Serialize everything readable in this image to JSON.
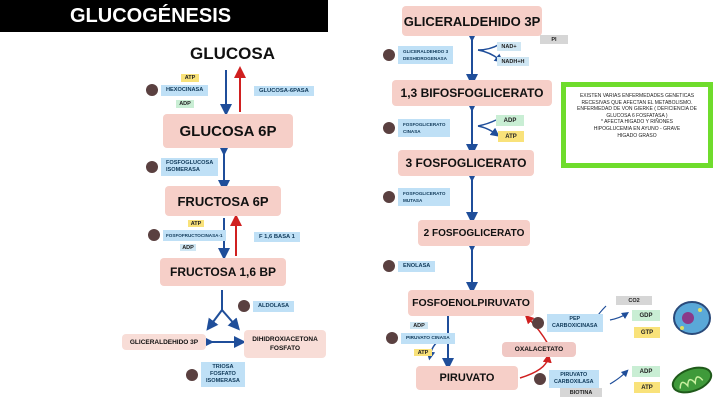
{
  "title": "GLUCOGÉNESIS",
  "left": {
    "glucosa": "GLUCOSA",
    "glucosa6p": "GLUCOSA 6P",
    "fructosa6p": "FRUCTOSA 6P",
    "fructosa16bp": "FRUCTOSA 1,6 BP",
    "gliceraldehido3p": "GLICERALDEHIDO 3P",
    "dihidroxiacetona": "DIHIDROXIACETONA\nFOSFATO",
    "hexocinasa": "HEXOCINASA",
    "glucosa6pasa": "GLUCOSA-6PASA",
    "fosfoglucosa_isomerasa": "FOSFOGLUCOSA\nISOMERASA",
    "fosfofructocinasa": "FOSFOFRUCTOCINASA-1",
    "f16bpasa": "F 1,6 BASA 1",
    "aldolasa": "ALDOLASA",
    "triosa_fosfato_isomerasa": "TRIOSA\nFOSFATO\nISOMERASA",
    "atp1": "ATP",
    "adp1": "ADP",
    "atp2": "ATP",
    "adp2": "ADP"
  },
  "right": {
    "gliceraldehido3p": "GLICERALDEHIDO 3P",
    "bifosfoglicerato": "1,3 BIFOSFOGLICERATO",
    "fosfoglicerato3": "3 FOSFOGLICERATO",
    "fosfoglicerato2": "2 FOSFOGLICERATO",
    "fosfoenolpiruvato": "FOSFOENOLPIRUVATO",
    "piruvato": "PIRUVATO",
    "oxalacetato": "OXALACETATO",
    "g3p_deshidrogenasa": "GLICERALDEHIDO 3\nDESHIDROGENASA",
    "fosfoglicerato_cinasa": "FOSFOGLICERATO\nCINASA",
    "fosfoglicerato_mutasa": "FOSFOGLICERATO\nMUTASA",
    "enolasa": "ENOLASA",
    "piruvato_cinasa": "PIRUVATO CINASA",
    "pep_carboxicinasa": "PEP\nCARBOXICINASA",
    "piruvato_carboxilasa": "PIRUVATO\nCARBOXILASA",
    "biotina": "BIOTINA",
    "pi": "PI",
    "nad": "NAD+",
    "nadh": "NADH+H",
    "adp_a": "ADP",
    "atp_a": "ATP",
    "adp_b": "ADP",
    "atp_b": "ATP",
    "co2": "CO2",
    "gdp": "GDP",
    "gtp": "GTP",
    "adp_c": "ADP",
    "atp_c": "ATP"
  },
  "note": {
    "lines": [
      "EXISTEN VARIAS ENFERMEDADES GENETICAS",
      "RECESIVAS QUE AFECTAN EL METABOLISMO.",
      "ENFERMEDAD DE VON GIERKE ( DEFICIENCIA DE",
      "GLUCOSA 6 FOSFATASA )",
      "* AFECTA HIGADO Y RIÑONES",
      "HIPOGLUCEMIA EN AYUNO - GRAVE",
      "HIGADO GRASO"
    ]
  },
  "colors": {
    "metabolite": "#f6cfc8",
    "enzyme": "#bfe0f6",
    "arrow_blue": "#1f4e9a",
    "arrow_red": "#d02020",
    "note_border": "#6fdc2c"
  }
}
